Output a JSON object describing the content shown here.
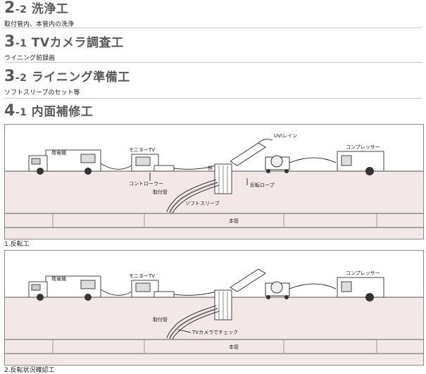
{
  "sections": [
    {
      "num_big": "2",
      "num_small": "-2",
      "title": "洗浄工",
      "sub": "取付管内、本管内の洗浄"
    },
    {
      "num_big": "3",
      "num_small": "-1",
      "title": "TVカメラ調査工",
      "sub": "ライニング前録画"
    },
    {
      "num_big": "3",
      "num_small": "-2",
      "title": "ライニング準備工",
      "sub": "ソフトスリーブのセット等"
    },
    {
      "num_big": "4",
      "num_small": "-1",
      "title": "内面補修工",
      "sub": ""
    }
  ],
  "diagram1": {
    "generator": "発電機",
    "monitor": "モニターTV",
    "controller": "コントローラー",
    "uvi": "UVIレイン",
    "compressor": "コンプレッサー",
    "manhole": "桝",
    "rope": "反転ロープ",
    "pipe": "取付管",
    "sleeve": "ソフトスリーブ",
    "main": "本管",
    "caption": "1.反転工"
  },
  "diagram2": {
    "generator": "発電機",
    "monitor": "モニターTV",
    "compressor": "コンプレッサー",
    "pipe": "取付管",
    "camera": "TVカメラでチェック",
    "main": "本管",
    "caption": "2.反転状況確認工"
  },
  "colors": {
    "ground": "#f2e8e7",
    "heading": "#5a5a5a",
    "frame": "#8a8a8a"
  }
}
